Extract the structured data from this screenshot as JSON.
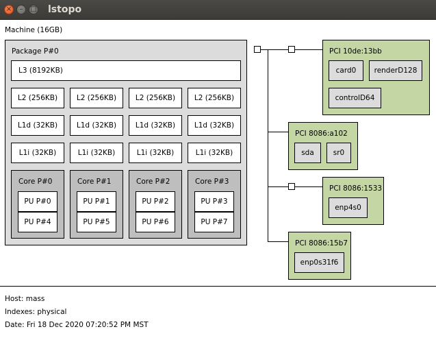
{
  "window": {
    "title": "lstopo",
    "close_glyph": "×",
    "minimize_glyph": "–",
    "maximize_glyph": "□"
  },
  "machine": {
    "label": "Machine (16GB)",
    "package": {
      "label": "Package P#0",
      "l3": "L3 (8192KB)",
      "l2": [
        "L2 (256KB)",
        "L2 (256KB)",
        "L2 (256KB)",
        "L2 (256KB)"
      ],
      "l1d": [
        "L1d (32KB)",
        "L1d (32KB)",
        "L1d (32KB)",
        "L1d (32KB)"
      ],
      "l1i": [
        "L1i (32KB)",
        "L1i (32KB)",
        "L1i (32KB)",
        "L1i (32KB)"
      ],
      "cores": [
        {
          "label": "Core P#0",
          "pus": [
            "PU P#0",
            "PU P#4"
          ]
        },
        {
          "label": "Core P#1",
          "pus": [
            "PU P#1",
            "PU P#5"
          ]
        },
        {
          "label": "Core P#2",
          "pus": [
            "PU P#2",
            "PU P#6"
          ]
        },
        {
          "label": "Core P#3",
          "pus": [
            "PU P#3",
            "PU P#7"
          ]
        }
      ]
    },
    "pci": [
      {
        "label": "PCI 10de:13bb",
        "devices": [
          "card0",
          "renderD128",
          "controlD64"
        ]
      },
      {
        "label": "PCI 8086:a102",
        "devices": [
          "sda",
          "sr0"
        ]
      },
      {
        "label": "PCI 8086:1533",
        "devices": [
          "enp4s0"
        ]
      },
      {
        "label": "PCI 8086:15b7",
        "devices": [
          "enp0s31f6"
        ]
      }
    ]
  },
  "legend": {
    "host": "Host: mass",
    "indexes": "Indexes: physical",
    "date": "Date: Fri 18 Dec 2020 07:20:52 PM MST"
  },
  "colors": {
    "package": "#dcdcdc",
    "core": "#bebebe",
    "pci": "#c4d6a4",
    "osdev": "#dcdcdc",
    "titlebar": "#3c3b37"
  }
}
